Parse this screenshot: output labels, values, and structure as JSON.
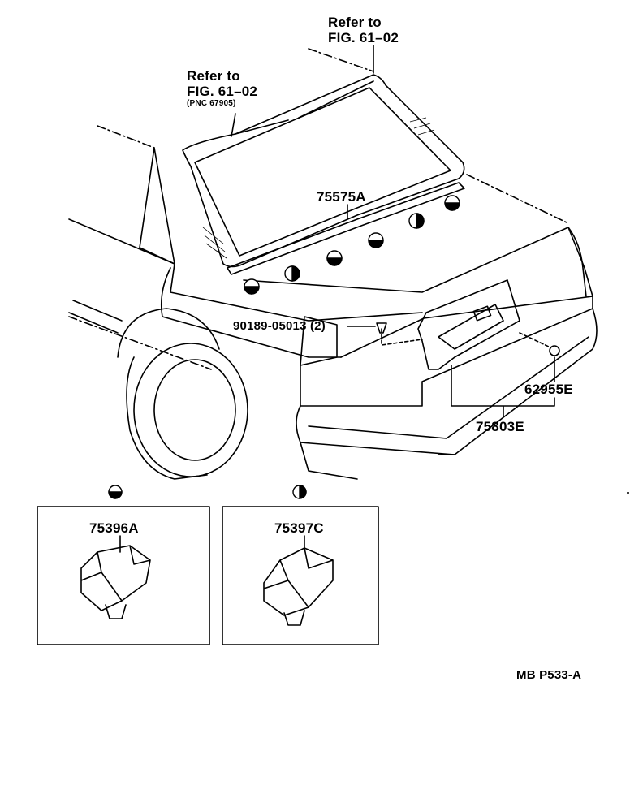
{
  "refer_top": {
    "line1": "Refer to",
    "line2": "FIG. 61–02"
  },
  "refer_left": {
    "line1": "Refer to",
    "line2": "FIG. 61–02",
    "line3": "(PNC 67905)"
  },
  "parts": {
    "molding": "75575A",
    "clip": "90189-05013 (2)",
    "screw": "62955E",
    "garnish": "75803E",
    "clip_half": "75396A",
    "clip_split": "75397C"
  },
  "diagram_code": "MB P533-A"
}
